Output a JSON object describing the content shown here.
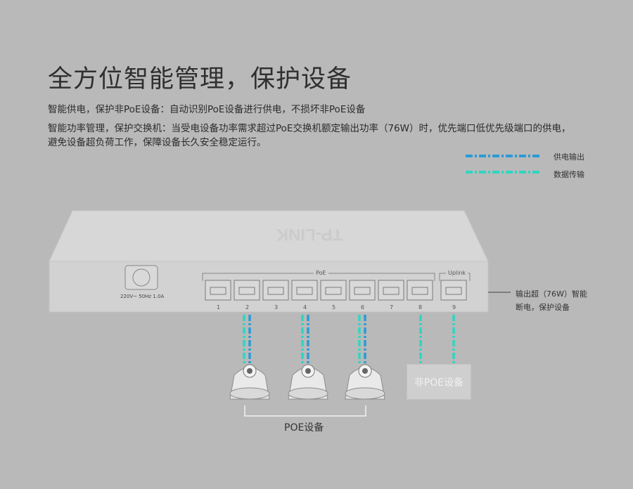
{
  "title": "全方位智能管理，保护设备",
  "desc_line1": "智能供电，保护非PoE设备：自动识别PoE设备进行供电，不损坏非PoE设备",
  "desc_line2": "智能功率管理，保护交换机：当受电设备功率需求超过PoE交换机额定输出功率（76W）时，优先端口低优先级端口的供电，",
  "desc_line3": "避免设备超负荷工作，保障设备长久安全稳定运行。",
  "legend": {
    "power_label": "供电输出",
    "data_label": "数据传输",
    "power_color": "#2a9bd6",
    "data_color": "#2ed6c2"
  },
  "switch": {
    "brand": "TP-LINK",
    "power_spec": "220V~ 50Hz 1.0A",
    "poe_group_label": "PoE",
    "uplink_label": "Uplink",
    "ports": [
      "1",
      "2",
      "3",
      "4",
      "5",
      "6",
      "7",
      "8",
      "9"
    ]
  },
  "side_note_line1": "输出超（76W）智能",
  "side_note_line2": "断电，保护设备",
  "poe_devices_label": "POE设备",
  "non_poe_label": "非POE设备"
}
